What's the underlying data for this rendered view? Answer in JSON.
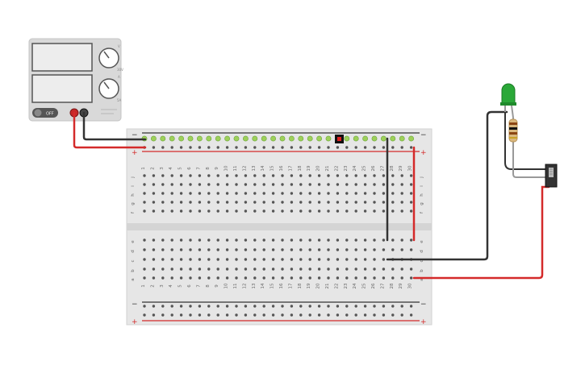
{
  "power_supply": {
    "switch_label": "OFF",
    "knob_voltage_tag": "V",
    "knob_voltage_scale": "30V",
    "knob_current_tag": "A",
    "knob_current_scale": "5A"
  },
  "breadboard": {
    "columns": [
      "1",
      "2",
      "3",
      "4",
      "5",
      "6",
      "7",
      "8",
      "9",
      "10",
      "11",
      "12",
      "13",
      "14",
      "15",
      "16",
      "17",
      "18",
      "19",
      "20",
      "21",
      "22",
      "23",
      "24",
      "25",
      "26",
      "27",
      "28",
      "29",
      "30"
    ],
    "top_rows": [
      "j",
      "i",
      "h",
      "g",
      "f"
    ],
    "bottom_rows": [
      "e",
      "d",
      "c",
      "b",
      "a"
    ],
    "rail_minus": "−",
    "rail_plus": "+"
  },
  "colors": {
    "wire_red": "#d42a2a",
    "wire_black": "#333333",
    "rail_red": "#d42a2a",
    "rail_black": "#333333",
    "powered_hole": "#9ed05a",
    "led_green": "#2aa838",
    "board": "#e6e6e6",
    "psu_body": "#d9d9d9"
  }
}
